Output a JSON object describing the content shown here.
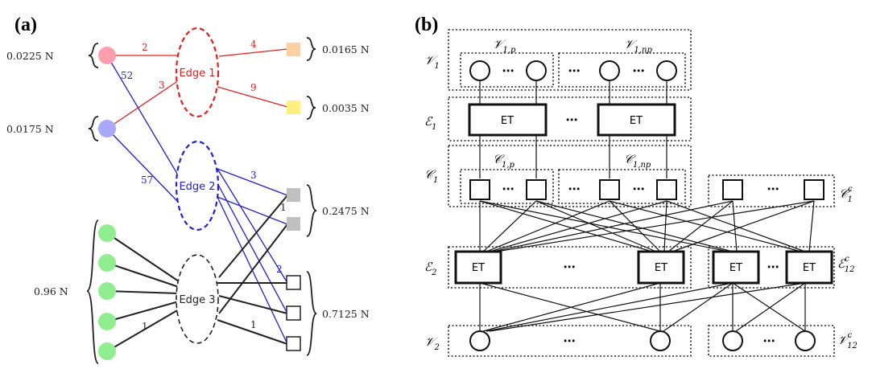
{
  "colors": {
    "red": "#e02020",
    "blue": "#2020d0",
    "black": "#222222",
    "node_pink": "#ff9fae",
    "node_lavender": "#a8a8f8",
    "node_green": "#90ee90",
    "sq_orange": "#ffd0a0",
    "sq_yellow": "#fff080",
    "sq_gray": "#c0c0c0"
  },
  "panel_a": {
    "label": "(a)",
    "edges": {
      "e1": "Edge 1",
      "e2": "Edge 2",
      "e3": "Edge 3"
    },
    "left_annotations": {
      "pink": "0.0225 N",
      "lavender": "0.0175 N",
      "green": "0.96 N"
    },
    "right_annotations": {
      "orange": "0.0165 N",
      "yellow": "0.0035 N",
      "gray": "0.2475 N",
      "white": "0.7125 N"
    },
    "link_labels": {
      "pink_e1": "2",
      "pink_e2": "52",
      "lav_e1": "3",
      "lav_e2": "57",
      "e1_orange": "4",
      "e1_yellow": "9",
      "e2_top": "3",
      "gray_bottom": "1",
      "e3_low": "2",
      "green_e3": "1",
      "e3_white": "1"
    }
  },
  "panel_b": {
    "label": "(b)",
    "et": "ET",
    "dots": "⋯",
    "rows": {
      "v1": {
        "main": "𝒱",
        "sub": "1"
      },
      "e1": {
        "main": "ℰ",
        "sub": "1"
      },
      "c1": {
        "main": "𝒞",
        "sub": "1"
      },
      "e2": {
        "main": "ℰ",
        "sub": "2"
      },
      "v2": {
        "main": "𝒱",
        "sub": "2"
      },
      "c1c": {
        "main": "𝒞",
        "sup": "c",
        "sub": "1"
      },
      "e12c": {
        "main": "ℰ",
        "sup": "c",
        "sub": "12"
      },
      "v12c": {
        "main": "𝒱",
        "sup": "c",
        "sub": "12"
      }
    },
    "group_labels": {
      "v1p": {
        "main": "𝒱",
        "sub": "1,p"
      },
      "v1np": {
        "main": "𝒱",
        "sub": "1,np"
      },
      "c1p": {
        "main": "𝒞",
        "sub": "1,p"
      },
      "c1np": {
        "main": "𝒞",
        "sub": "1,np"
      }
    }
  }
}
